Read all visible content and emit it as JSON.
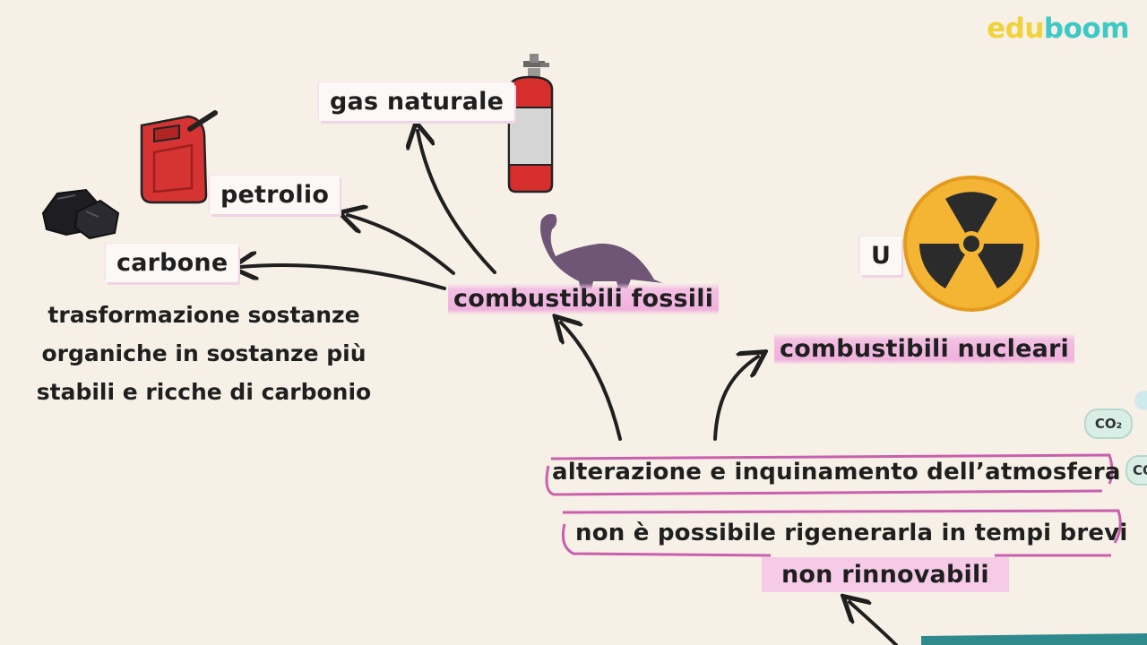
{
  "logo": {
    "part1": "edu",
    "part2": "boom"
  },
  "labels": {
    "gas": "gas naturale",
    "petrolio": "petrolio",
    "carbone": "carbone",
    "fossili": "combustibili fossili",
    "nucleari": "combustibili nucleari",
    "uranio": "U",
    "alterazione": "alterazione e inquinamento dell’atmosfera",
    "rigenerare": "non è possibile rigenerarla in tempi brevi",
    "rinnovabili": "non rinnovabili"
  },
  "paragraph": {
    "line1": "trasformazione sostanze",
    "line2": "organiche in sostanze più",
    "line3": "stabili e ricche di carbonio"
  },
  "co2": {
    "full": "CO₂",
    "partial": "CO"
  },
  "icons": [
    "gas-cylinder-icon",
    "jerrycan-icon",
    "coal-icon",
    "dinosaur-icon",
    "radioactive-icon"
  ],
  "colors": {
    "highlight": "#f3bfe3",
    "logo_edu": "#f2d23a",
    "logo_boom": "#3ec9c6",
    "radiation": "#f4b434"
  }
}
